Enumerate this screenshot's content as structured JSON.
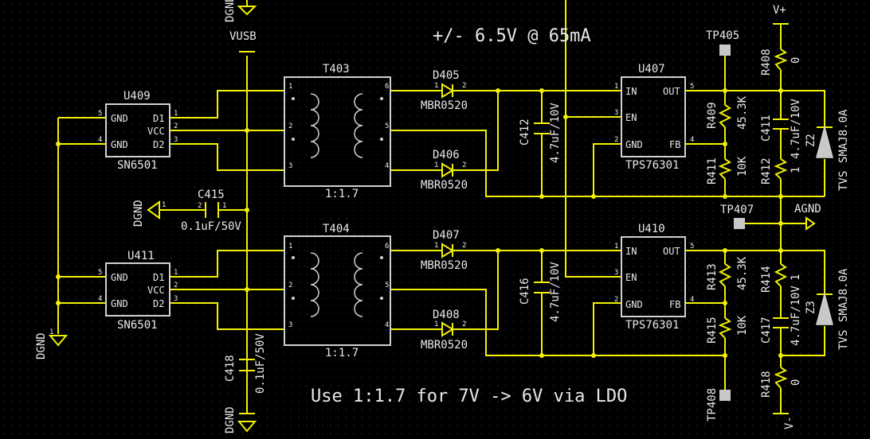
{
  "annotations": {
    "title": "+/- 6.5V @ 65mA",
    "note": "Use 1:1.7 for 7V -> 6V via LDO"
  },
  "nets": {
    "vusb": "VUSB",
    "dgnd_top": "DGND",
    "dgnd_left": "DGND",
    "dgnd_mid": "DGND",
    "dgnd_bottom": "DGND",
    "vplus": "V+",
    "vminus": "V-",
    "agnd": "AGND"
  },
  "testpoints": {
    "tp405": "TP405",
    "tp407": "TP407",
    "tp408": "TP408"
  },
  "drivers": [
    {
      "ref": "U409",
      "part": "SN6501",
      "pins": {
        "gnd1": "GND",
        "gnd2": "GND",
        "d1": "D1",
        "vcc": "VCC",
        "d2": "D2"
      },
      "pin_numbers": [
        "5",
        "4",
        "1",
        "2",
        "3"
      ]
    },
    {
      "ref": "U411",
      "part": "SN6501",
      "pins": {
        "gnd1": "GND",
        "gnd2": "GND",
        "d1": "D1",
        "vcc": "VCC",
        "d2": "D2"
      },
      "pin_numbers": [
        "5",
        "4",
        "1",
        "2",
        "3"
      ]
    }
  ],
  "transformers": [
    {
      "ref": "T403",
      "ratio": "1:1.7",
      "pin_numbers": [
        "1",
        "2",
        "3",
        "6",
        "5",
        "4"
      ]
    },
    {
      "ref": "T404",
      "ratio": "1:1.7",
      "pin_numbers": [
        "1",
        "2",
        "3",
        "6",
        "5",
        "4"
      ]
    }
  ],
  "diodes": [
    {
      "ref": "D405",
      "part": "MBR0520"
    },
    {
      "ref": "D406",
      "part": "MBR0520"
    },
    {
      "ref": "D407",
      "part": "MBR0520"
    },
    {
      "ref": "D408",
      "part": "MBR0520"
    }
  ],
  "capacitors": [
    {
      "ref": "C415",
      "value": "0.1uF/50V"
    },
    {
      "ref": "C418",
      "value": "0.1uF/50V"
    },
    {
      "ref": "C412",
      "value": "4.7uF/10V"
    },
    {
      "ref": "C416",
      "value": "4.7uF/10V"
    },
    {
      "ref": "C411",
      "value": "4.7uF/10V"
    },
    {
      "ref": "C417",
      "value": "4.7uF/10V"
    }
  ],
  "regulators": [
    {
      "ref": "U407",
      "part": "TPS76301",
      "pins": {
        "in": "IN",
        "en": "EN",
        "gnd": "GND",
        "out": "OUT",
        "fb": "FB"
      },
      "pin_numbers": [
        "1",
        "3",
        "2",
        "5",
        "4"
      ]
    },
    {
      "ref": "U410",
      "part": "TPS76301",
      "pins": {
        "in": "IN",
        "en": "EN",
        "gnd": "GND",
        "out": "OUT",
        "fb": "FB"
      },
      "pin_numbers": [
        "1",
        "3",
        "2",
        "5",
        "4"
      ]
    }
  ],
  "resistors": [
    {
      "ref": "R409",
      "value": "45.3K"
    },
    {
      "ref": "R411",
      "value": "10K"
    },
    {
      "ref": "R413",
      "value": "45.3K"
    },
    {
      "ref": "R415",
      "value": "10K"
    },
    {
      "ref": "R408",
      "value": "0"
    },
    {
      "ref": "R412",
      "value": "1"
    },
    {
      "ref": "R414",
      "value": "1"
    },
    {
      "ref": "R418",
      "value": "0"
    }
  ],
  "tvs": [
    {
      "ref": "Z2",
      "part": "SMAJ8.0A",
      "type": "TVS"
    },
    {
      "ref": "Z3",
      "part": "SMAJ8.0A",
      "type": "TVS"
    }
  ],
  "colors": {
    "wire": "#f2f200",
    "body": "#d0d0d0",
    "text": "#e8e8e8",
    "background": "#000000",
    "grid": "#5a5a5a"
  }
}
